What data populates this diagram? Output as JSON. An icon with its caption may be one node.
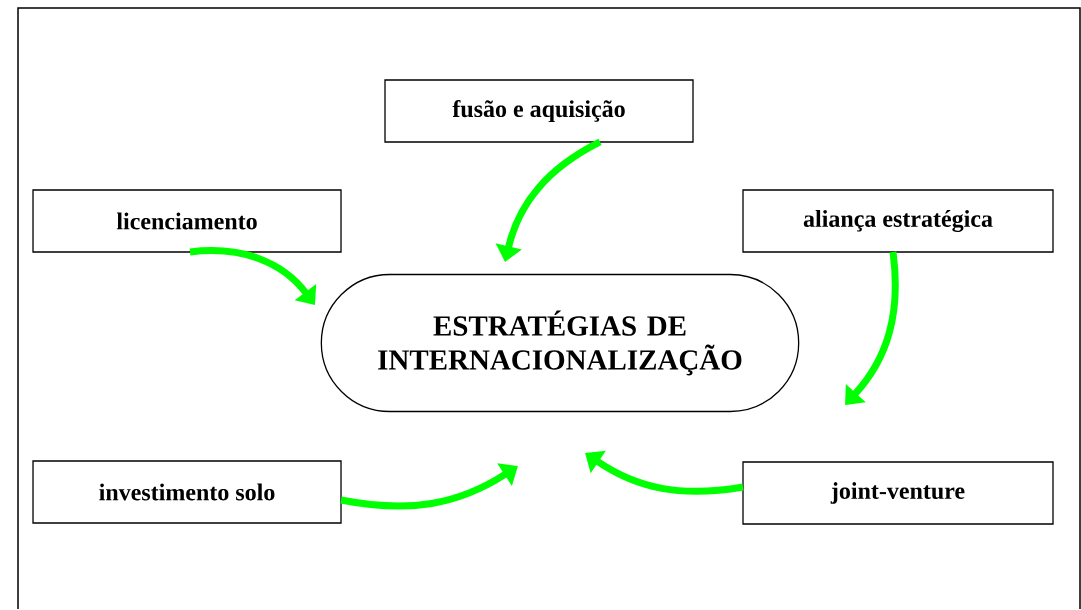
{
  "diagram": {
    "nodes": [
      {
        "text": [
          "fusão e aquisição"
        ]
      },
      {
        "text": [
          "licenciamento"
        ]
      },
      {
        "text": [
          "aliança estratégica"
        ]
      },
      {
        "text": [
          "ESTRATÉGIAS DE INTERNACIONALIZAÇÃO"
        ]
      },
      {
        "text": [
          "investimento solo"
        ]
      },
      {
        "text": [
          "joint-venture"
        ]
      }
    ],
    "edges": [
      {
        "from": 0,
        "to": 3,
        "arrow": "to"
      },
      {
        "from": 1,
        "to": 3,
        "arrow": "to"
      },
      {
        "from": 2,
        "to": 3,
        "arrow": "to"
      },
      {
        "from": 4,
        "to": 3,
        "arrow": "to"
      },
      {
        "from": 5,
        "to": 3,
        "arrow": "to"
      }
    ]
  }
}
